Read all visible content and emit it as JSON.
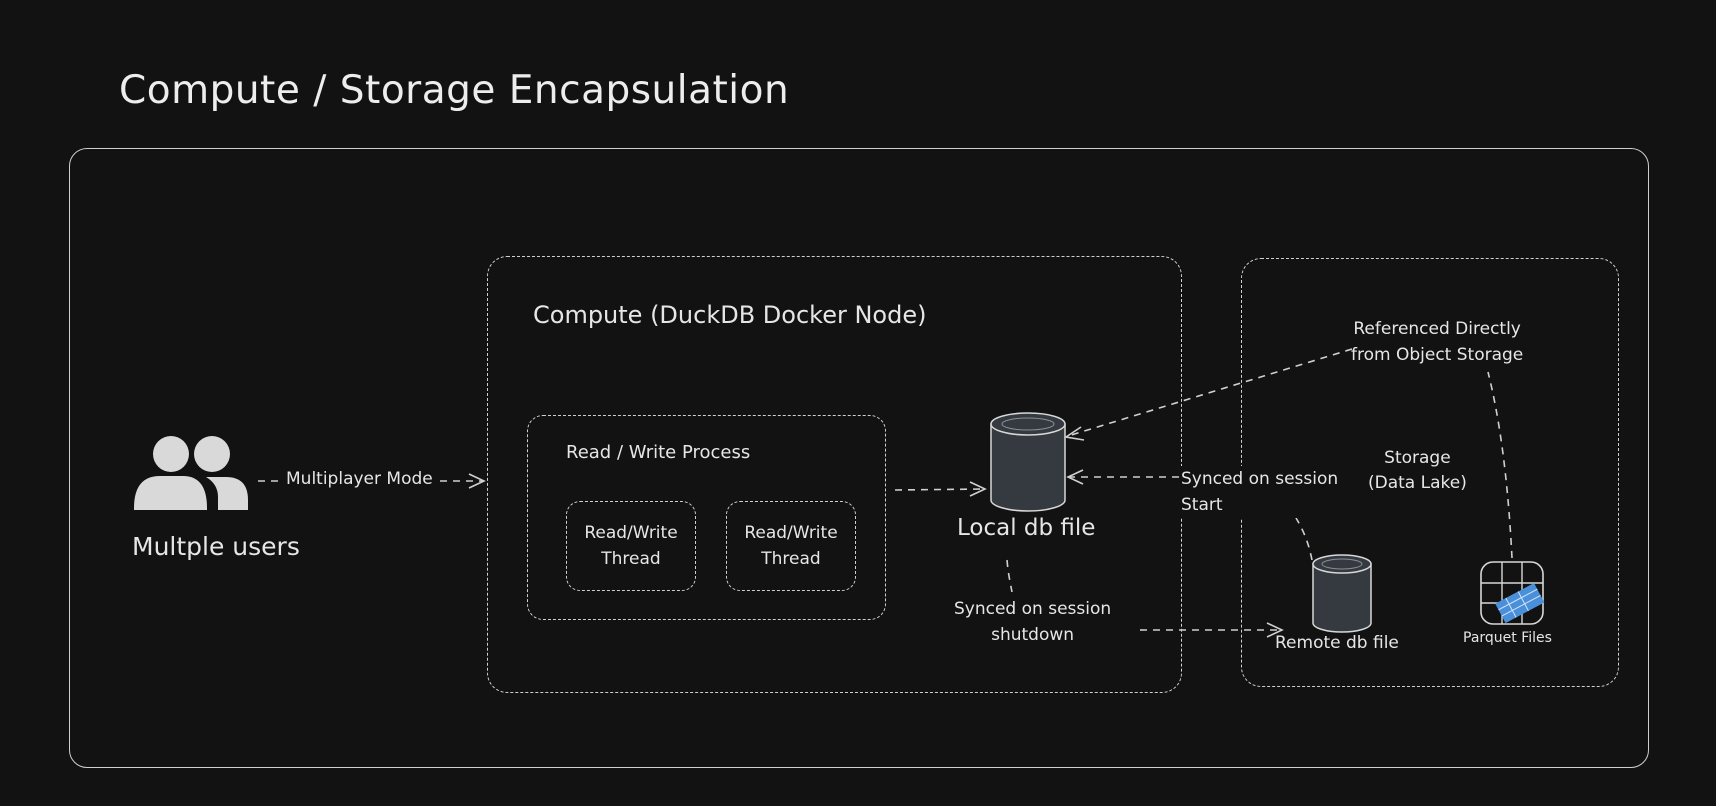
{
  "title": "Compute / Storage Encapsulation",
  "users": {
    "label": "Multple users",
    "edge_label": "Multiplayer Mode"
  },
  "compute": {
    "title": "Compute (DuckDB Docker Node)",
    "process": {
      "title": "Read / Write Process",
      "threads": [
        "Read/Write\nThread",
        "Read/Write\nThread"
      ]
    },
    "local_db": {
      "label": "Local db file"
    }
  },
  "storage": {
    "title": "Storage\n(Data Lake)",
    "remote_db": {
      "label": "Remote db file"
    },
    "parquet": {
      "label": "Parquet Files"
    }
  },
  "edges": {
    "referenced": "Referenced Directly\nfrom Object Storage",
    "synced_start": "Synced on session\nStart",
    "synced_shutdown": "Synced on session\nshutdown"
  },
  "colors": {
    "background": "#121212",
    "stroke": "#d0d0d0",
    "text": "#e6e6e6",
    "cylinder": "#343a40",
    "icon": "#d9d9d9",
    "parquet_accent": "#4a90d9"
  }
}
